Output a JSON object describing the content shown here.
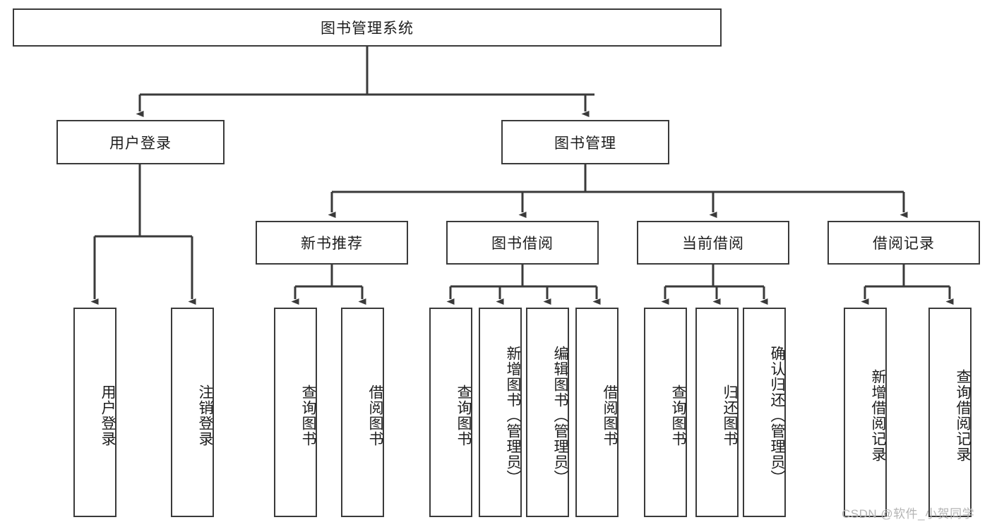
{
  "diagram": {
    "title_node": {
      "label": "图书管理系统"
    },
    "level2": [
      {
        "id": "user-login",
        "label": "用户登录"
      },
      {
        "id": "book-management",
        "label": "图书管理"
      }
    ],
    "level3": [
      {
        "id": "new-book-recommend",
        "label": "新书推荐"
      },
      {
        "id": "book-borrow",
        "label": "图书借阅"
      },
      {
        "id": "current-borrow",
        "label": "当前借阅"
      },
      {
        "id": "borrow-record",
        "label": "借阅记录"
      }
    ],
    "leaves": [
      {
        "id": "leaf-user-login",
        "label": "用户登录",
        "parent": "user-login"
      },
      {
        "id": "leaf-logout",
        "label": "注销登录",
        "parent": "user-login"
      },
      {
        "id": "leaf-query-book-1",
        "label": "查询图书",
        "parent": "new-book-recommend"
      },
      {
        "id": "leaf-borrow-book-1",
        "label": "借阅图书",
        "parent": "new-book-recommend"
      },
      {
        "id": "leaf-query-book-2",
        "label": "查询图书",
        "parent": "book-borrow"
      },
      {
        "id": "leaf-add-book",
        "label": "新增图书（管理员）",
        "parent": "book-borrow"
      },
      {
        "id": "leaf-edit-book",
        "label": "编辑图书（管理员）",
        "parent": "book-borrow"
      },
      {
        "id": "leaf-borrow-book-2",
        "label": "借阅图书",
        "parent": "book-borrow"
      },
      {
        "id": "leaf-query-book-3",
        "label": "查询图书",
        "parent": "current-borrow"
      },
      {
        "id": "leaf-return-book",
        "label": "归还图书",
        "parent": "current-borrow"
      },
      {
        "id": "leaf-confirm-return",
        "label": "确认归还（管理员）",
        "parent": "current-borrow"
      },
      {
        "id": "leaf-add-record",
        "label": "新增借阅记录",
        "parent": "borrow-record"
      },
      {
        "id": "leaf-query-record",
        "label": "查询借阅记录",
        "parent": "borrow-record"
      }
    ],
    "colors": {
      "stroke": "#3a3a3a",
      "text": "#1d1d1d",
      "background": "#ffffff",
      "watermark": "#b4b4b4"
    }
  },
  "watermark": {
    "text": "CSDN @软件_小贺同学"
  }
}
